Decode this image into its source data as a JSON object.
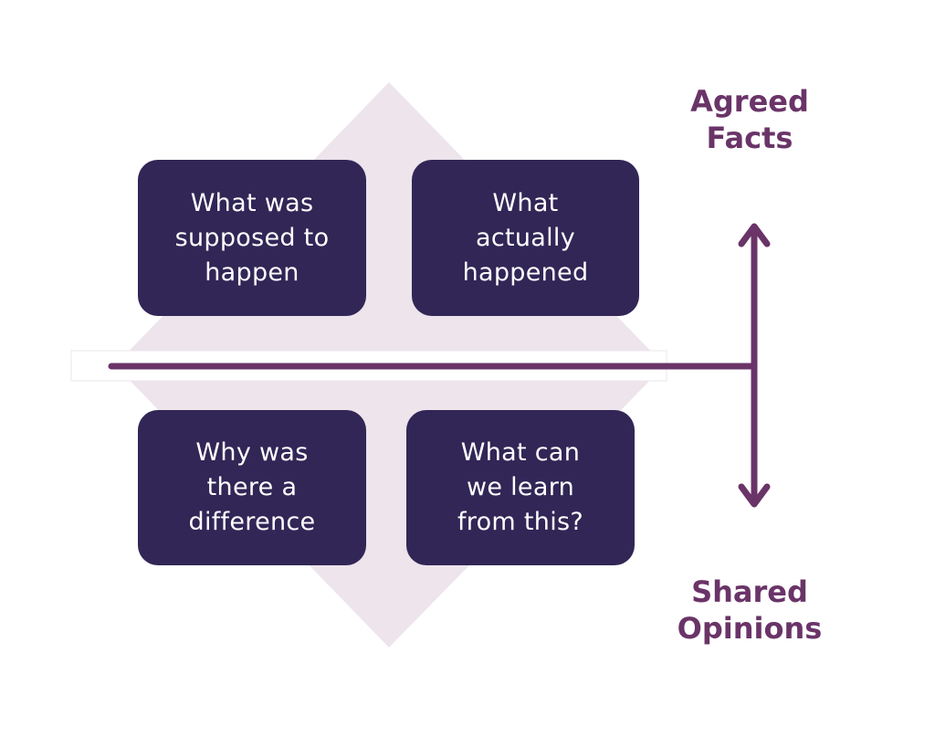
{
  "colors": {
    "box_fill": "#312656",
    "box_text": "#ffffff",
    "accent": "#6a3468",
    "diamond_fill": "#ede4ec",
    "background": "#ffffff"
  },
  "quadrants": {
    "top_left": "What was\nsupposed to\nhappen",
    "top_right": "What\nactually\nhappened",
    "bottom_left": "Why was\nthere a\ndifference",
    "bottom_right": "What can\nwe learn\nfrom this?"
  },
  "axis": {
    "top_label": "Agreed\nFacts",
    "bottom_label": "Shared\nOpinions",
    "arrow_up_icon": "arrow-up",
    "arrow_down_icon": "arrow-down"
  }
}
